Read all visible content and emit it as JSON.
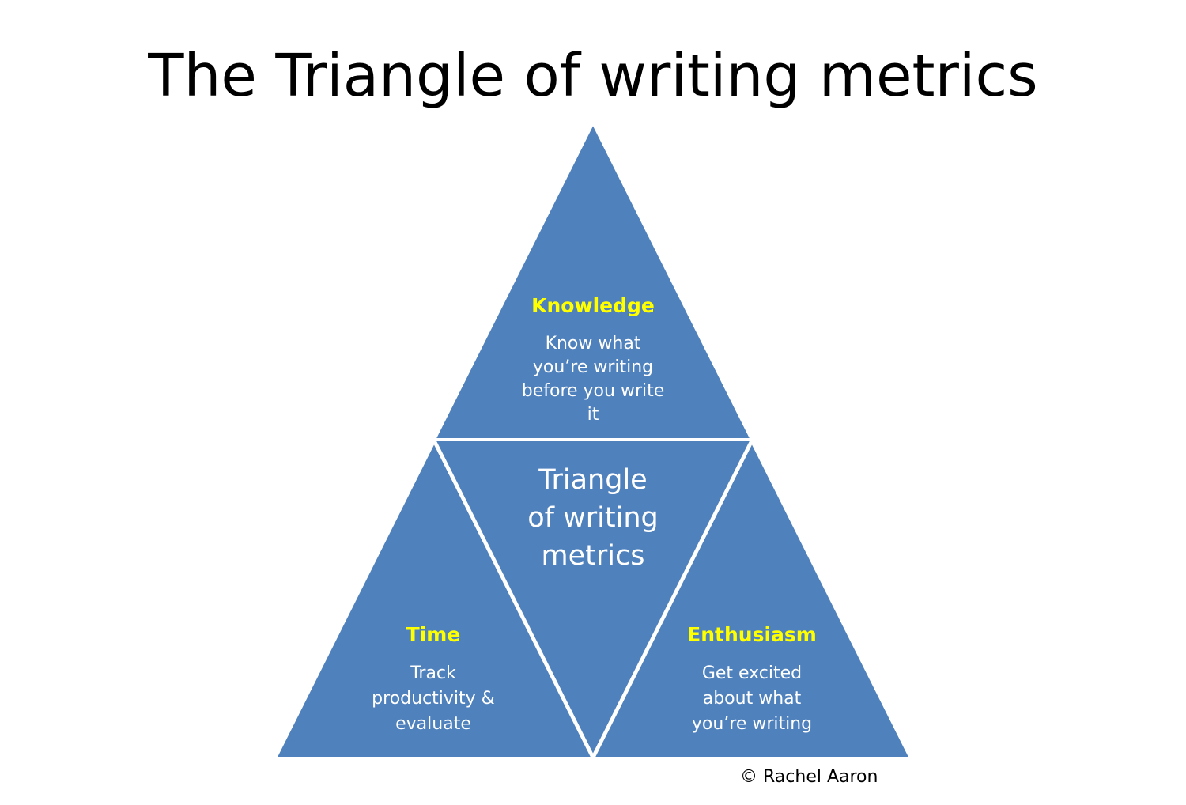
{
  "title": "The Triangle of writing metrics",
  "colors": {
    "fill": "#4f81bd",
    "heading": "#ffff00",
    "text": "#ffffff"
  },
  "center": {
    "lines": [
      "Triangle",
      "of writing",
      "metrics"
    ]
  },
  "knowledge": {
    "heading": "Knowledge",
    "lines": [
      "Know what",
      "you’re writing",
      "before you write",
      "it"
    ]
  },
  "time": {
    "heading": "Time",
    "lines": [
      "Track",
      "productivity &",
      "evaluate"
    ]
  },
  "enthusiasm": {
    "heading": "Enthusiasm",
    "lines": [
      "Get excited",
      "about what",
      "you’re writing"
    ]
  },
  "copyright": "© Rachel Aaron"
}
